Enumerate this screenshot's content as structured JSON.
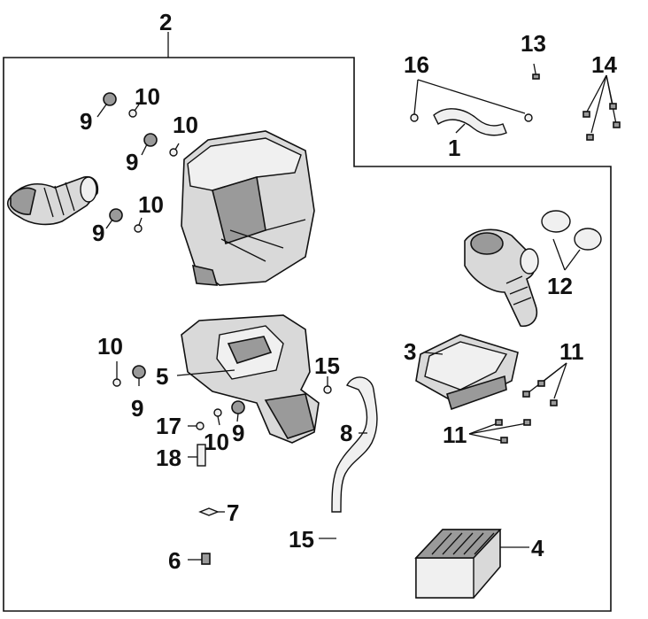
{
  "callouts": [
    {
      "id": "c2",
      "text": "2"
    },
    {
      "id": "c16",
      "text": "16"
    },
    {
      "id": "c13",
      "text": "13"
    },
    {
      "id": "c14",
      "text": "14"
    },
    {
      "id": "c1",
      "text": "1"
    },
    {
      "id": "c9a",
      "text": "9"
    },
    {
      "id": "c10a",
      "text": "10"
    },
    {
      "id": "c9b",
      "text": "9"
    },
    {
      "id": "c10b",
      "text": "10"
    },
    {
      "id": "c9c",
      "text": "9"
    },
    {
      "id": "c10c",
      "text": "10"
    },
    {
      "id": "c12",
      "text": "12"
    },
    {
      "id": "c3",
      "text": "3"
    },
    {
      "id": "c11a",
      "text": "11"
    },
    {
      "id": "c10d",
      "text": "10"
    },
    {
      "id": "c5",
      "text": "5"
    },
    {
      "id": "c15a",
      "text": "15"
    },
    {
      "id": "c9d",
      "text": "9"
    },
    {
      "id": "c17",
      "text": "17"
    },
    {
      "id": "c10e",
      "text": "10"
    },
    {
      "id": "c9e",
      "text": "9"
    },
    {
      "id": "c8",
      "text": "8"
    },
    {
      "id": "c11b",
      "text": "11"
    },
    {
      "id": "c18",
      "text": "18"
    },
    {
      "id": "c7",
      "text": "7"
    },
    {
      "id": "c15b",
      "text": "15"
    },
    {
      "id": "c4",
      "text": "4"
    },
    {
      "id": "c6",
      "text": "6"
    }
  ]
}
